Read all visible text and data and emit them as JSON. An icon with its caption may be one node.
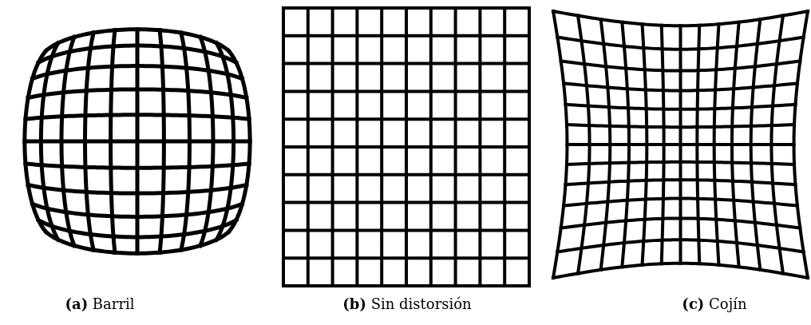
{
  "diagram": {
    "labels": [
      "**(a)** Barril",
      "**(b)** Sin distorsión",
      "**(c)** Cojín"
    ]
  }
}
